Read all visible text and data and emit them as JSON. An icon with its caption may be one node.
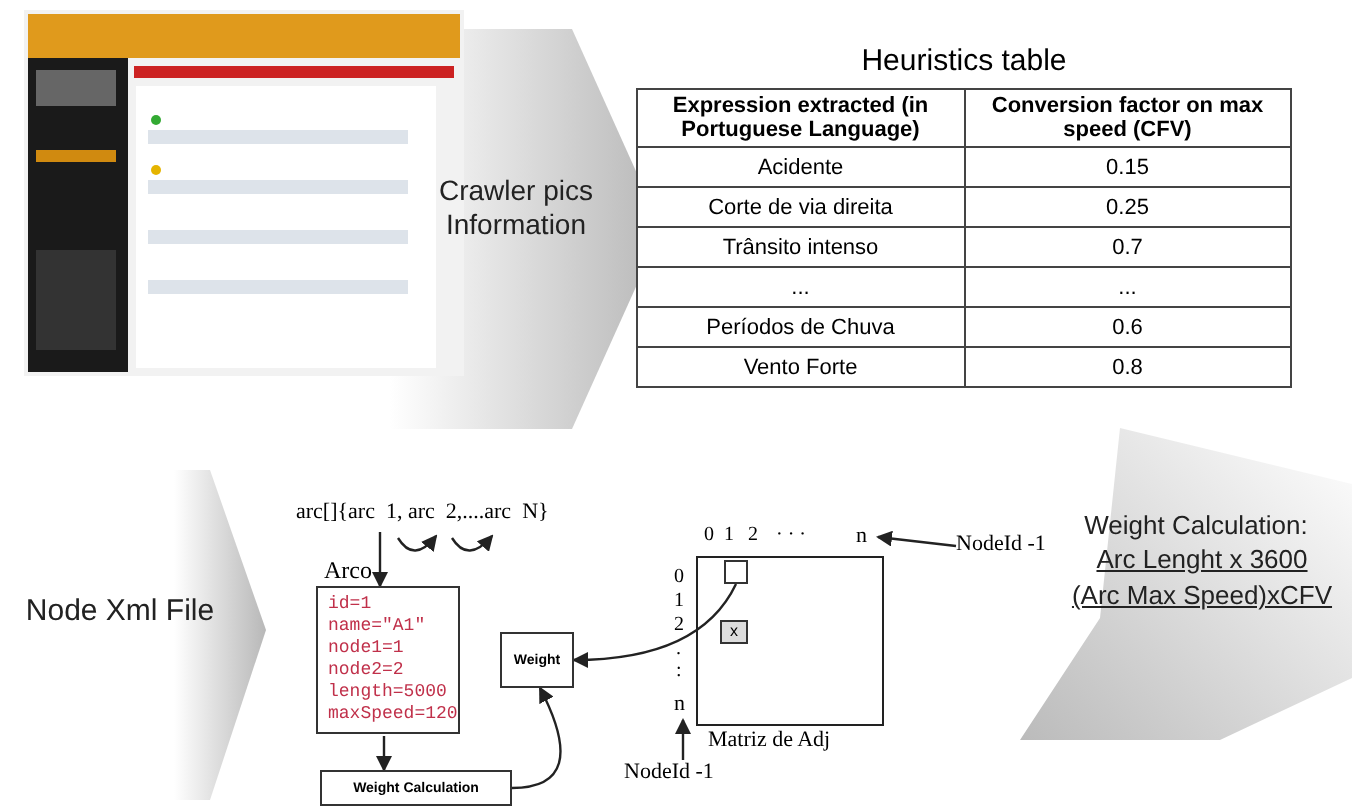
{
  "diagram": {
    "nodes": [
      {
        "text": [],
        "shape": "picture"
      },
      {
        "text": [
          "Heuristics table"
        ]
      },
      {
        "text": [
          "Weight Calculation:",
          "Arc Lenght x 3600",
          "(Arc Max Speed)xCFV"
        ]
      },
      {
        "text": [
          "Node Xml File"
        ]
      },
      {
        "text": [
          "arc[]{arc  1, arc  2,....arc  N}"
        ]
      },
      {
        "text": [
          "Arco",
          "id=1",
          "name=\"A1\"",
          "node1=1",
          "node2=2",
          "length=5000",
          "maxSpeed=120"
        ]
      },
      {
        "text": [
          "Weight"
        ]
      },
      {
        "text": [
          "Weight Calculation"
        ]
      },
      {
        "text": [
          "Matriz de Adj"
        ]
      },
      {
        "text": [],
        "shape": "box",
        "in": 8
      },
      {
        "text": [
          "x"
        ],
        "in": 8
      },
      {
        "text": [
          "n"
        ]
      },
      {
        "text": [
          "NodeId -1"
        ]
      },
      {
        "text": [
          "n"
        ]
      },
      {
        "text": [
          "NodeId -1"
        ]
      }
    ],
    "edges": [
      {
        "from": 0,
        "to": 1,
        "arrow": "to",
        "label": "Crawler pics Information",
        "style": "thick"
      },
      {
        "from": 4,
        "to": 5,
        "arrow": "to"
      },
      {
        "from": 5,
        "to": 7,
        "arrow": "to"
      },
      {
        "from": 7,
        "to": 6,
        "arrow": "to"
      },
      {
        "from": 9,
        "to": 6,
        "arrow": "to"
      },
      {
        "from": 12,
        "to": 11,
        "arrow": "to"
      },
      {
        "from": 14,
        "to": 13,
        "arrow": "to"
      }
    ],
    "labels": [
      "Expression extracted (in Portuguese Language)",
      "Conversion factor on max speed (CFV)",
      "Acidente",
      "0.15",
      "Corte de via direita",
      "0.25",
      "Trânsito intenso",
      "0.7",
      "...",
      "...",
      "Períodos de Chuva",
      "0.6",
      "Vento Forte",
      "0.8",
      "0",
      "1",
      "2",
      "· · ·",
      "0",
      "1",
      "2",
      ".",
      ":"
    ]
  }
}
